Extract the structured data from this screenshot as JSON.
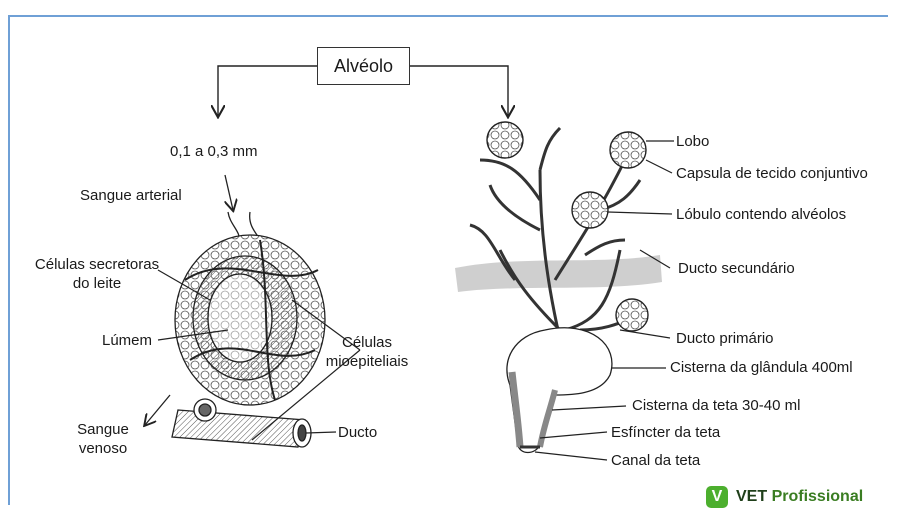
{
  "title": "Alvéolo",
  "left": {
    "size": "0,1 a 0,3 mm",
    "sangue_arterial": "Sangue arterial",
    "celulas_secretoras_1": "Células secretoras",
    "celulas_secretoras_2": "do leite",
    "lumem": "Lúmem",
    "mioepiteliais_1": "Células",
    "mioepiteliais_2": "mioepiteliais",
    "sangue_venoso_1": "Sangue",
    "sangue_venoso_2": "venoso",
    "ducto": "Ducto"
  },
  "right": {
    "lobo": "Lobo",
    "capsula": "Capsula de tecido conjuntivo",
    "lobulo": "Lóbulo contendo alvéolos",
    "ducto_secundario": "Ducto secundário",
    "ducto_primario": "Ducto primário",
    "cisterna_glandula": "Cisterna da glândula 400ml",
    "cisterna_teta": "Cisterna da teta 30-40 ml",
    "esfincter": "Esfíncter da teta",
    "canal": "Canal da teta"
  },
  "logo": {
    "mark": "V",
    "vet": "VET",
    "profissional": "Profissional"
  },
  "colors": {
    "frame": "#6fa0d6",
    "brand": "#4caf2e",
    "band": "#cfcfcf",
    "line": "#222222"
  }
}
